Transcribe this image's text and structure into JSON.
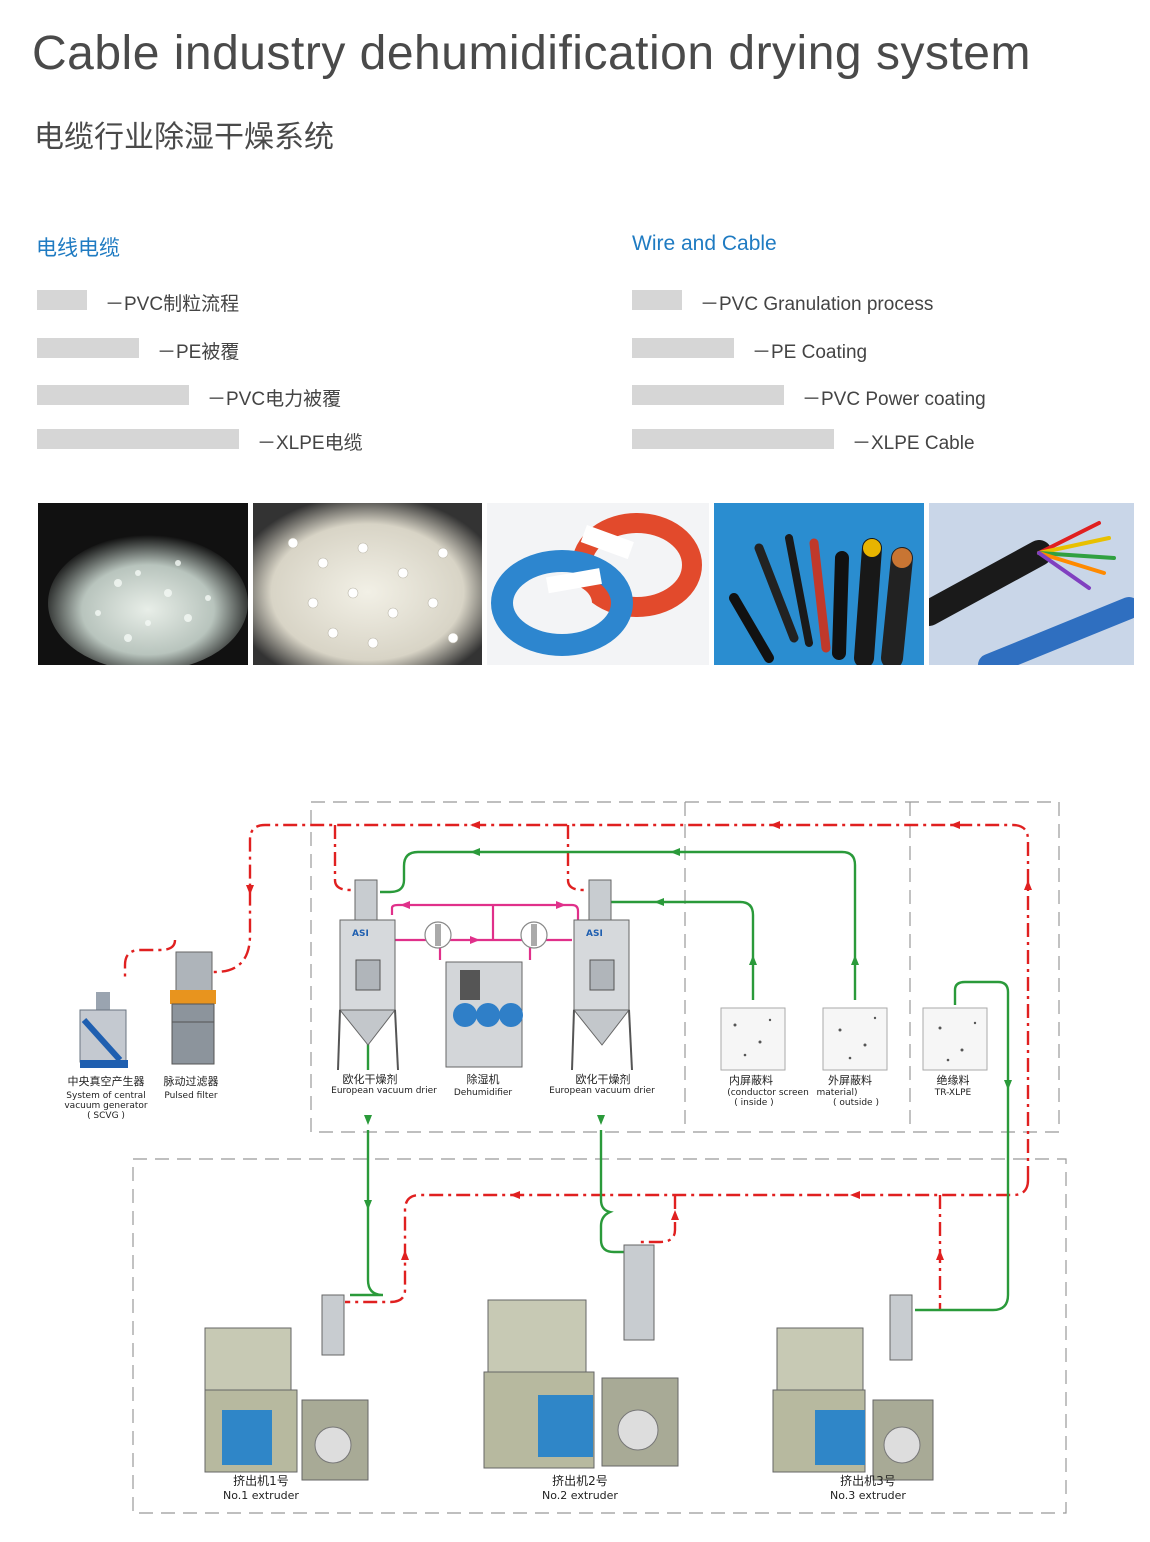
{
  "header": {
    "title_en": "Cable industry dehumidification drying system",
    "title_cn": "电缆行业除湿干燥系统"
  },
  "sections": {
    "cn_title": "电线电缆",
    "en_title": "Wire and Cable",
    "cn_items": [
      "－PVC制粒流程",
      "－PE被覆",
      "－PVC电力被覆",
      "－XLPE电缆"
    ],
    "en_items": [
      "－PVC Granulation process",
      "－PE Coating",
      "－PVC Power coating",
      "－XLPE Cable"
    ]
  },
  "colors": {
    "accent_blue": "#1f7bc2",
    "vacuum_line": "#e02020",
    "supply_line": "#2a9a3a",
    "air_line": "#e0308a",
    "legend_bar": "#d6d6d6"
  },
  "photos": [
    "transparent-granules",
    "white-granules",
    "wire-coils",
    "power-cables",
    "multicore-cable"
  ],
  "diagram": {
    "scvg_cn": "中央真空产生器",
    "scvg_en_1": "System of central",
    "scvg_en_2": "vacuum generator",
    "scvg_en_3": "( SCVG )",
    "filter_cn": "脉动过滤器",
    "filter_en": "Pulsed filter",
    "drier1_cn": "欧化干燥剂",
    "drier1_en": "European vacuum drier",
    "dehum_cn": "除湿机",
    "dehum_en": "Dehumidifier",
    "drier2_cn": "欧化干燥剂",
    "drier2_en": "European vacuum drier",
    "inner_cn": "内屏蔽料",
    "inner_en_1": "(conductor  screen",
    "inner_en_2": "( inside )",
    "outer_cn": "外屏蔽料",
    "outer_en_1": "material)",
    "outer_en_2": "( outside )",
    "insul_cn": "绝缘料",
    "insul_en": "TR-XLPE",
    "ext1_cn": "挤出机1号",
    "ext1_en": "No.1 extruder",
    "ext2_cn": "挤出机2号",
    "ext2_en": "No.2 extruder",
    "ext3_cn": "挤出机3号",
    "ext3_en": "No.3 extruder"
  }
}
